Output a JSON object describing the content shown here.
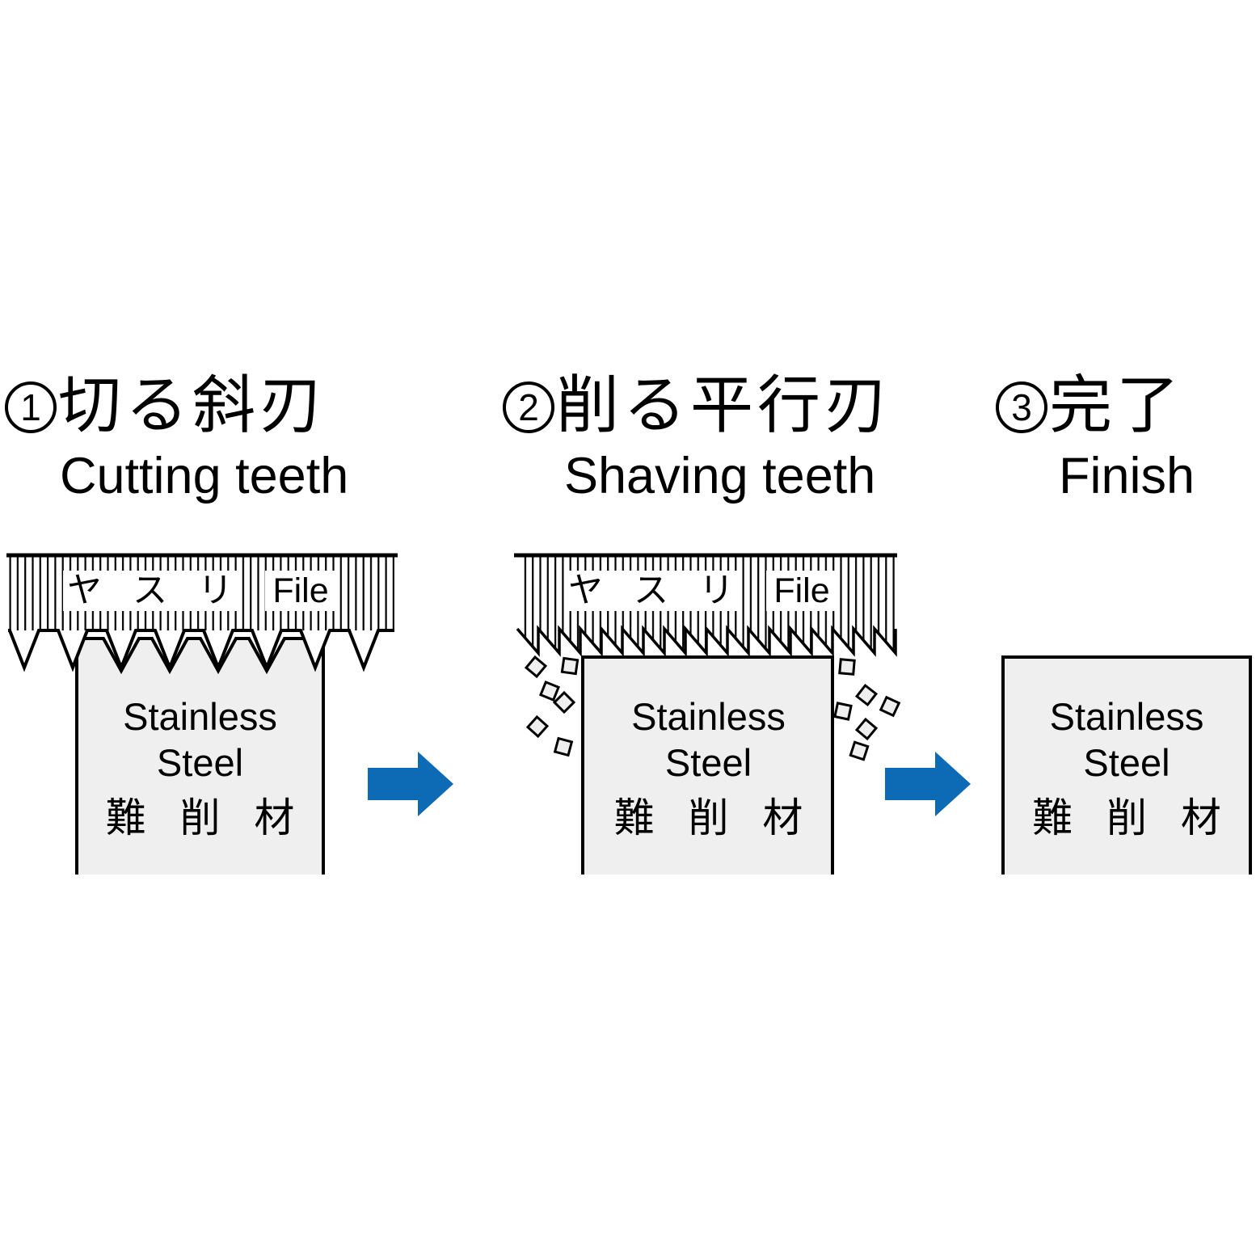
{
  "figure": {
    "steps": [
      {
        "number": "1",
        "title_ja": "切る斜刃",
        "title_en": "Cutting teeth"
      },
      {
        "number": "2",
        "title_ja": "削る平行刃",
        "title_en": "Shaving teeth"
      },
      {
        "number": "3",
        "title_ja": "完了",
        "title_en": "Finish"
      }
    ],
    "file_label": {
      "ja": "ヤ ス リ",
      "en": "File"
    },
    "steel_block": {
      "line1": "Stainless",
      "line2": "Steel",
      "line3_ja": "難 削 材"
    },
    "colors": {
      "arrow_blue": "#0d6ab5",
      "steel_fill": "#efefef",
      "outline": "#000000"
    }
  }
}
